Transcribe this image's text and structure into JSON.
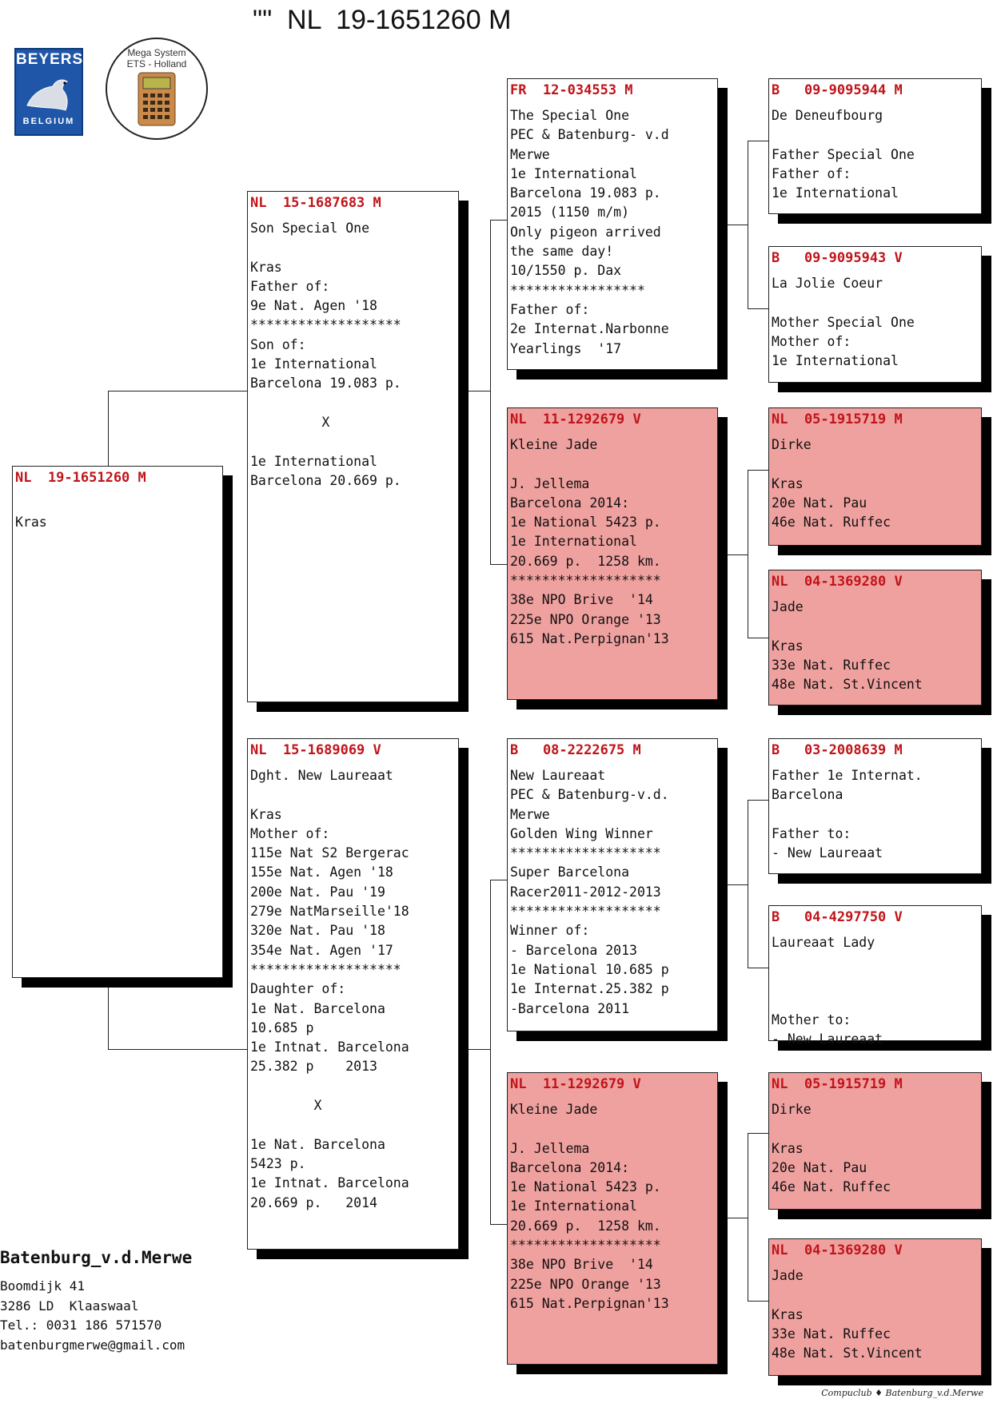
{
  "title": "\"\"  NL  19-1651260 M",
  "logos": {
    "beyers_top": "BEYERS",
    "beyers_bottom": "BELGIUM",
    "mega_line1": "Mega System",
    "mega_line2": "ETS - Holland"
  },
  "pigeons": {
    "p0": {
      "ring": "NL  19-1651260 M",
      "text": "\nKras"
    },
    "p1": {
      "ring": "NL  15-1687683 M",
      "text": "Son Special One\n\nKras\nFather of:\n9e Nat. Agen '18\n*******************\nSon of:\n1e International\nBarcelona 19.083 p.\n\n         X\n\n1e International\nBarcelona 20.669 p."
    },
    "p2": {
      "ring": "NL  15-1689069 V",
      "text": "Dght. New Laureaat\n\nKras\nMother of:\n115e Nat S2 Bergerac\n155e Nat. Agen '18\n200e Nat. Pau '19\n279e NatMarseille'18\n320e Nat. Pau '18\n354e Nat. Agen '17\n*******************\nDaughter of:\n1e Nat. Barcelona\n10.685 p\n1e Intnat. Barcelona\n25.382 p    2013\n\n        X\n\n1e Nat. Barcelona\n5423 p.\n1e Intnat. Barcelona\n20.669 p.   2014"
    },
    "p3": {
      "ring": "FR  12-034553 M",
      "text": "The Special One\nPEC & Batenburg- v.d\nMerwe\n1e International\nBarcelona 19.083 p.\n2015 (1150 m/m)\nOnly pigeon arrived\nthe same day!\n10/1550 p. Dax\n*****************\nFather of:\n2e Internat.Narbonne\nYearlings  '17"
    },
    "p4": {
      "ring": "NL  11-1292679 V",
      "text": "Kleine Jade\n\nJ. Jellema\nBarcelona 2014:\n1e National 5423 p.\n1e International\n20.669 p.  1258 km.\n*******************\n38e NPO Brive  '14\n225e NPO Orange '13\n615 Nat.Perpignan'13"
    },
    "p5": {
      "ring": "B   08-2222675 M",
      "text": "New Laureaat\nPEC & Batenburg-v.d.\nMerwe\nGolden Wing Winner\n*******************\nSuper Barcelona\nRacer2011-2012-2013\n*******************\nWinner of:\n- Barcelona 2013\n1e National 10.685 p\n1e Internat.25.382 p\n-Barcelona 2011"
    },
    "p6": {
      "ring": "NL  11-1292679 V",
      "text": "Kleine Jade\n\nJ. Jellema\nBarcelona 2014:\n1e National 5423 p.\n1e International\n20.669 p.  1258 km.\n*******************\n38e NPO Brive  '14\n225e NPO Orange '13\n615 Nat.Perpignan'13"
    },
    "p7": {
      "ring": "B   09-9095944 M",
      "text": "De Deneufbourg\n\nFather Special One\nFather of:\n1e International"
    },
    "p8": {
      "ring": "B   09-9095943 V",
      "text": "La Jolie Coeur\n\nMother Special One\nMother of:\n1e International"
    },
    "p9": {
      "ring": "NL  05-1915719 M",
      "text": "Dirke\n\nKras\n20e Nat. Pau\n46e Nat. Ruffec"
    },
    "p10": {
      "ring": "NL  04-1369280 V",
      "text": "Jade\n\nKras\n33e Nat. Ruffec\n48e Nat. St.Vincent"
    },
    "p11": {
      "ring": "B   03-2008639 M",
      "text": "Father 1e Internat.\nBarcelona\n\nFather to:\n- New Laureaat"
    },
    "p12": {
      "ring": "B   04-4297750 V",
      "text": "Laureaat Lady\n\n\n\nMother to:\n- New Laureaat"
    },
    "p13": {
      "ring": "NL  05-1915719 M",
      "text": "Dirke\n\nKras\n20e Nat. Pau\n46e Nat. Ruffec"
    },
    "p14": {
      "ring": "NL  04-1369280 V",
      "text": "Jade\n\nKras\n33e Nat. Ruffec\n48e Nat. St.Vincent"
    }
  },
  "owner": {
    "name": "Batenburg_v.d.Merwe",
    "address": "Boomdijk 41",
    "city": "3286 LD  Klaaswaal",
    "phone": "Tel.: 0031 186 571570",
    "email": "batenburgmerwe@gmail.com"
  },
  "footer": "Compuclub ♦ Batenburg_v.d.Merwe",
  "colors": {
    "ring": "#c0141a",
    "pink_card": "#efa19f"
  }
}
